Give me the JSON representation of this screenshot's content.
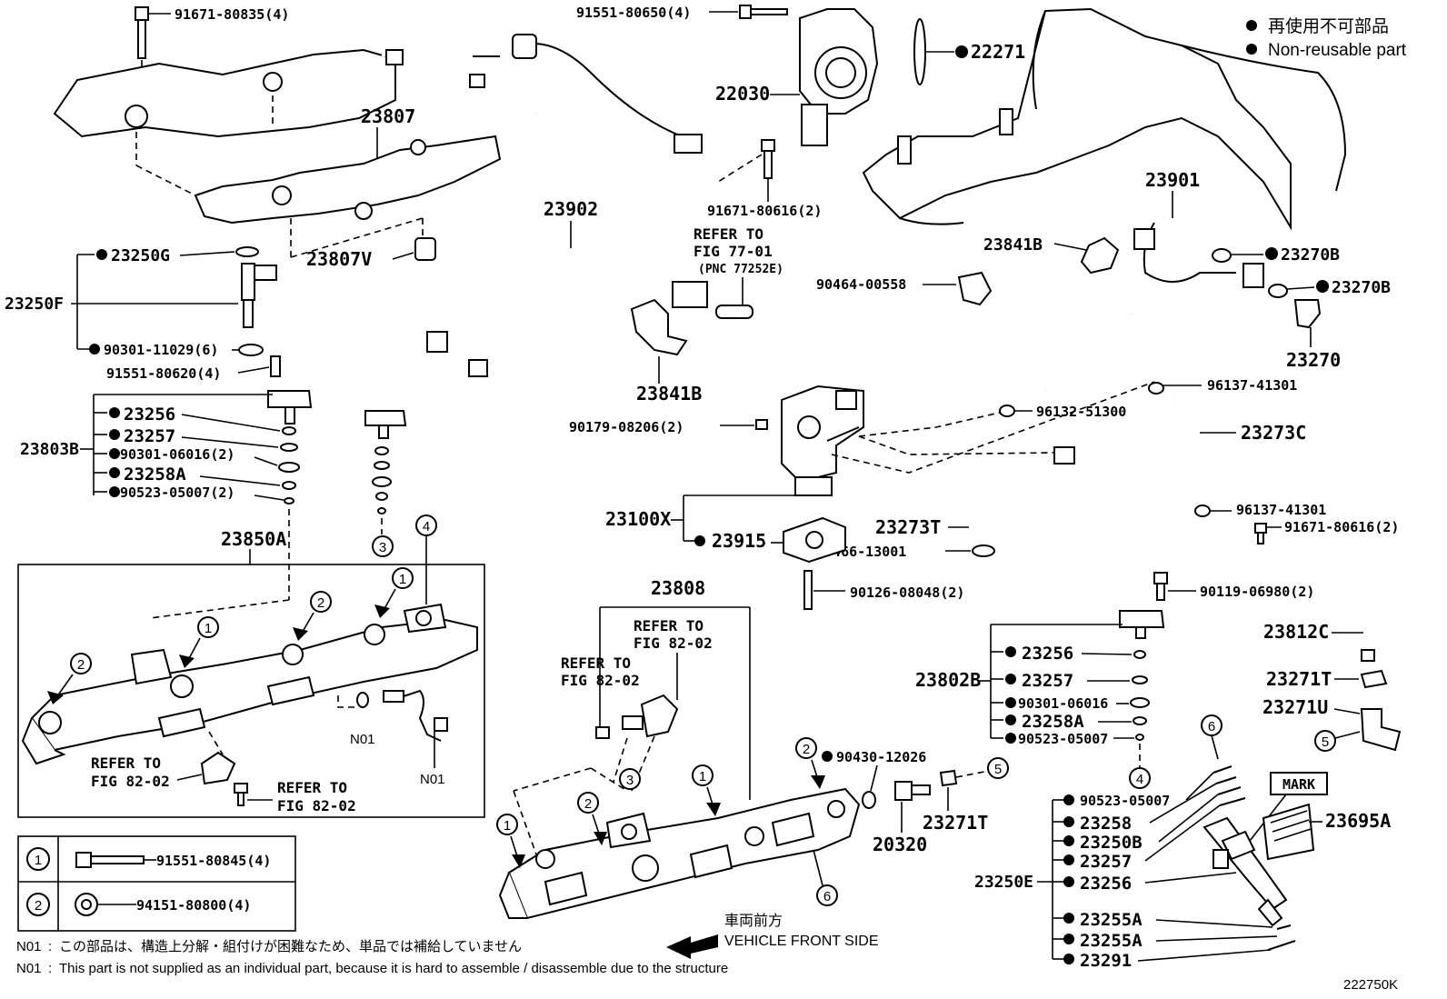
{
  "legend": {
    "jp": "再使用不可部品",
    "en": "Non-reusable part"
  },
  "figure_id": "222750K",
  "labels": {
    "p91671_80835": "91671-80835(4)",
    "p23807": "23807",
    "p23807V": "23807V",
    "p23250G": "23250G",
    "p23250F": "23250F",
    "p90301_11029": "90301-11029(6)",
    "p91551_80620": "91551-80620(4)",
    "p23803B": "23803B",
    "p23256a": "23256",
    "p23257a": "23257",
    "p90301_06016a": "90301-06016(2)",
    "p23258Aa": "23258A",
    "p90523_05007a": "90523-05007(2)",
    "p23850A": "23850A",
    "n01a": "N01",
    "n01b": "N01",
    "refer_l1_a": "REFER TO",
    "refer_l2_a": "FIG 82-02",
    "refer_l1_b": "REFER TO",
    "refer_l2_b": "FIG 82-02",
    "p91551_80650": "91551-80650(4)",
    "p22030": "22030",
    "p22271": "22271",
    "p23902": "23902",
    "p91671_80616a": "91671-80616(2)",
    "refer_77_l1": "REFER TO",
    "refer_77_l2": "FIG 77-01",
    "refer_77_l3": "(PNC 77252E)",
    "p23841Ba": "23841B",
    "p23841Bb": "23841B",
    "p90464_00558": "90464-00558",
    "p23901": "23901",
    "p23270Ba": "23270B",
    "p23270Bb": "23270B",
    "p23270": "23270",
    "p90179_08206": "90179-08206(2)",
    "p23100X": "23100X",
    "p23915": "23915",
    "p96137_41301a": "96137-41301",
    "p96132_51300": "96132-51300",
    "p23273C": "23273C",
    "p96137_41301b": "96137-41301",
    "p91671_80616b": "91671-80616(2)",
    "p23273T": "23273T",
    "p90466_13001": "90466-13001",
    "p90126_08048": "90126-08048(2)",
    "p90119_06980": "90119-06980(2)",
    "p23812C": "23812C",
    "p23808": "23808",
    "refer_c1_l1": "REFER TO",
    "refer_c1_l2": "FIG 82-02",
    "refer_c2_l1": "REFER TO",
    "refer_c2_l2": "FIG 82-02",
    "p90430_12026": "90430-12026",
    "p20320": "20320",
    "p23271Ta": "23271T",
    "p23802B": "23802B",
    "p23256b": "23256",
    "p23257b": "23257",
    "p90301_06016b": "90301-06016",
    "p23258Ab": "23258A",
    "p90523_05007b": "90523-05007",
    "p23271Tb": "23271T",
    "p23271U": "23271U",
    "p23250E": "23250E",
    "p90523_05007c": "90523-05007",
    "p23258": "23258",
    "p23250B": "23250B",
    "p23257c": "23257",
    "p23256c": "23256",
    "p23255Aa": "23255A",
    "p23255Ab": "23255A",
    "p23291": "23291",
    "mark": "MARK",
    "p23695A": "23695A",
    "front_jp": "車両前方",
    "front_en": "VEHICLE FRONT SIDE"
  },
  "key_table": [
    {
      "num": "1",
      "part": "91551-80845(4)"
    },
    {
      "num": "2",
      "part": "94151-80800(4)"
    }
  ],
  "notes": [
    {
      "code": "N01",
      "text": "この部品は、構造上分解・組付けが困難なため、単品では補給していません"
    },
    {
      "code": "N01",
      "text": "This part is not supplied as an individual part, because it is hard to assemble / disassemble due to the structure"
    }
  ],
  "callouts": {
    "c1": "1",
    "c2": "2",
    "c3": "3",
    "c4": "4",
    "c5": "5",
    "c6": "6"
  }
}
